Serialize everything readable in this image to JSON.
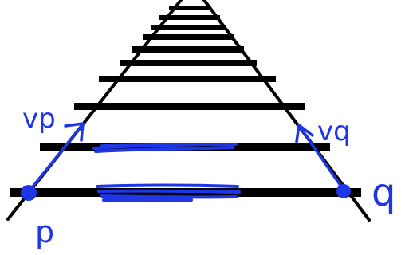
{
  "labels": {
    "vp": "vp",
    "vq": "vq",
    "p": "p",
    "q": "q"
  },
  "colors": {
    "ink": "#000000",
    "annotation": "#1f36e6"
  }
}
